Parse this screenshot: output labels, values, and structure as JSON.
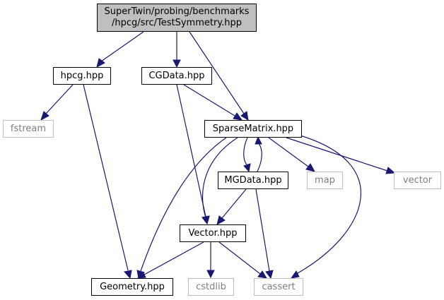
{
  "root": {
    "line1": "SuperTwin/probing/benchmarks",
    "line2": "/hpcg/src/TestSymmetry.hpp"
  },
  "nodes": {
    "hpcg": "hpcg.hpp",
    "cgdata": "CGData.hpp",
    "fstream": "fstream",
    "sparsematrix": "SparseMatrix.hpp",
    "map": "map",
    "vector_std": "vector",
    "mgdata": "MGData.hpp",
    "vector_hpp": "Vector.hpp",
    "geometry": "Geometry.hpp",
    "cstdlib": "cstdlib",
    "cassert": "cassert"
  },
  "colors": {
    "edge": "#191970",
    "root_fill": "#bfbfbf",
    "node_border": "#000000",
    "external_border": "#bfbfbf",
    "external_text": "#7f7f7f"
  }
}
